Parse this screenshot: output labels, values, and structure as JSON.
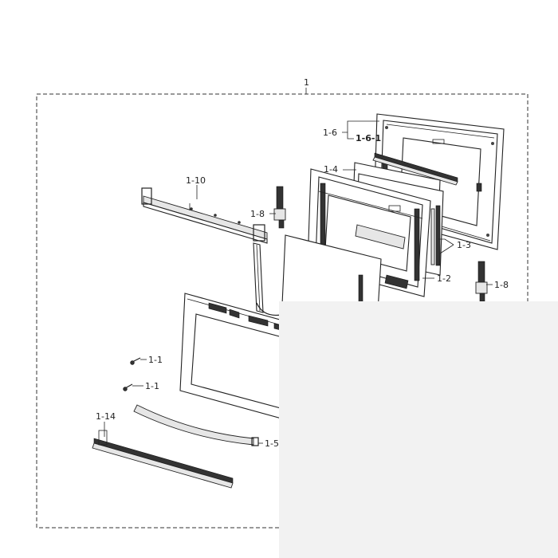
{
  "diagram": {
    "assembly_label": "1",
    "parts": {
      "p1_6": "1-6",
      "p1_6_1": "1-6-1",
      "p1_4": "1-4",
      "p1_10": "1-10",
      "p1_8_left": "1-8",
      "p1_3": "1-3",
      "p1_2": "1-2",
      "p1_8_right": "1-8",
      "p1_1_top": "1-1",
      "p1_1_bottom": "1-1",
      "p1_14": "1-14",
      "p1_5": "1-5"
    },
    "colors": {
      "ink": "#222222",
      "overlay": "#f2f2f2",
      "background": "#ffffff"
    }
  }
}
